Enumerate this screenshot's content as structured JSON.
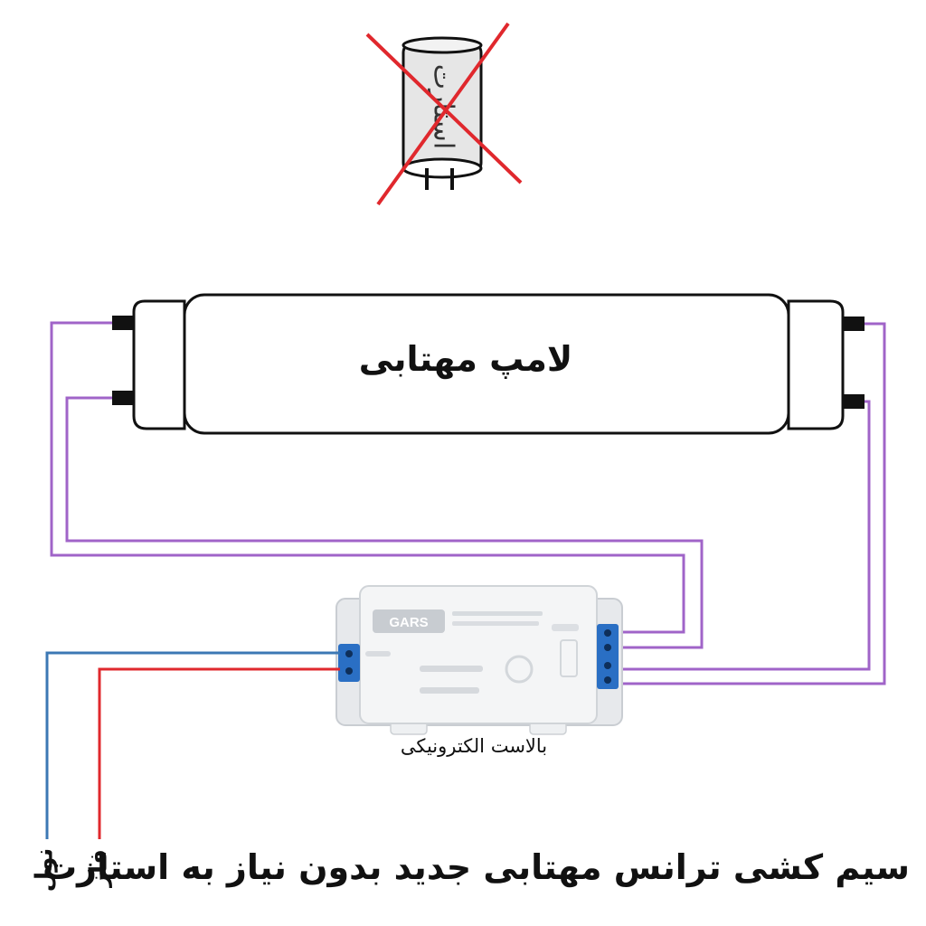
{
  "starter": {
    "label": "استارت"
  },
  "lamp": {
    "label": "لامپ مهتابی"
  },
  "ballast": {
    "brand": "GARS",
    "caption": "بالاست الکترونیکی"
  },
  "wires": {
    "neutral_label": "نول",
    "phase_label": "فاز"
  },
  "title": "سیم کشی ترانس مهتابی جدید بدون نیاز به استازت",
  "colors": {
    "wire_purple": "#a064c8",
    "wire_blue": "#3c78b4",
    "wire_red": "#e0282d",
    "cross_red": "#e0282d",
    "terminal_blue": "#2a6fc4"
  }
}
